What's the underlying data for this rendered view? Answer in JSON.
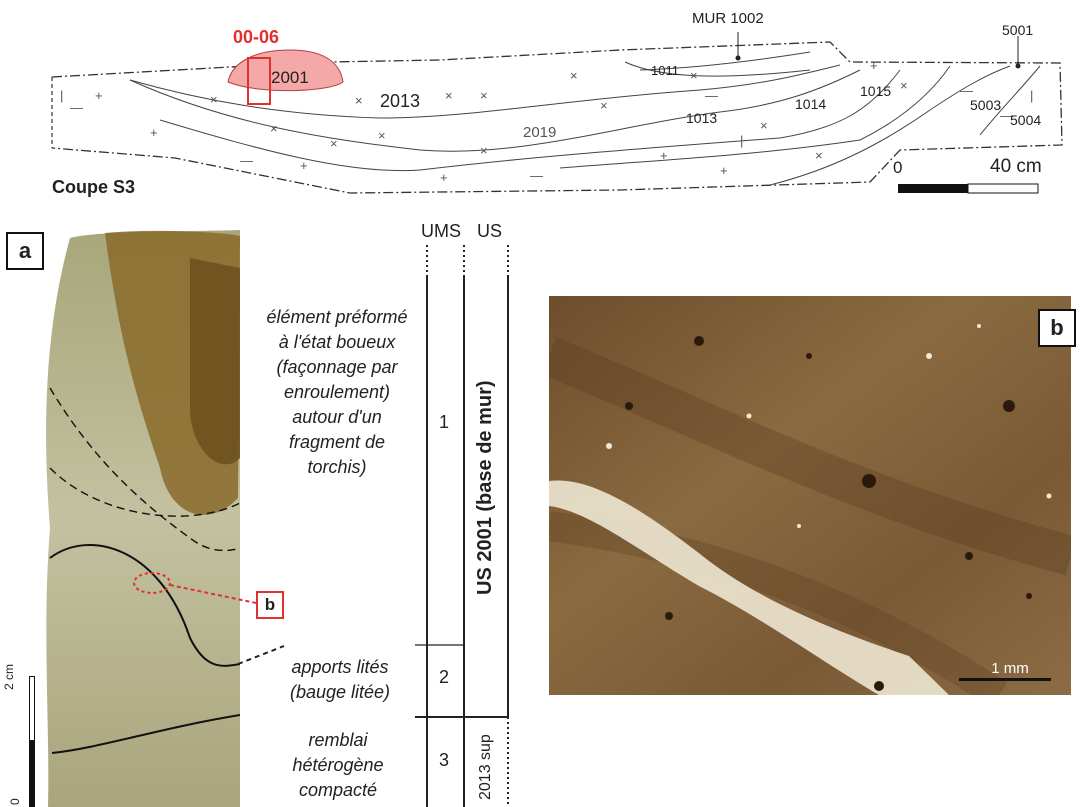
{
  "section": {
    "title": "Coupe S3",
    "sample_label": "00-06",
    "us_labels": [
      "2001",
      "2013",
      "2019",
      "1011",
      "1013",
      "1014",
      "1015",
      "5003",
      "5004",
      "5001"
    ],
    "wall_label": "MUR 1002",
    "scale_start": "0",
    "scale_end": "40 cm"
  },
  "panel_a": {
    "tag": "a",
    "column_headers": {
      "ums": "UMS",
      "us": "US"
    },
    "units": [
      {
        "ums": "1",
        "description": "élément préformé à l'état boueux (façonnage par enroulement) autour d'un fragment de torchis)"
      },
      {
        "ums": "2",
        "description": "apports lités (bauge litée)"
      },
      {
        "ums": "3",
        "description": "remblai hétérogène compacté"
      }
    ],
    "us_upper": "US 2001 (base de mur)",
    "us_lower": "2013 sup",
    "callout_label": "b",
    "scale_label": "2 cm",
    "scale_zero": "0"
  },
  "panel_b": {
    "tag": "b",
    "scale_label": "1 mm"
  },
  "colors": {
    "sample_red": "#e03030",
    "sample_fill": "#f4a8a8",
    "soil_light": "#b8b48a",
    "soil_dark": "#8a6a2a",
    "micro_bg": "#7a5a35"
  }
}
